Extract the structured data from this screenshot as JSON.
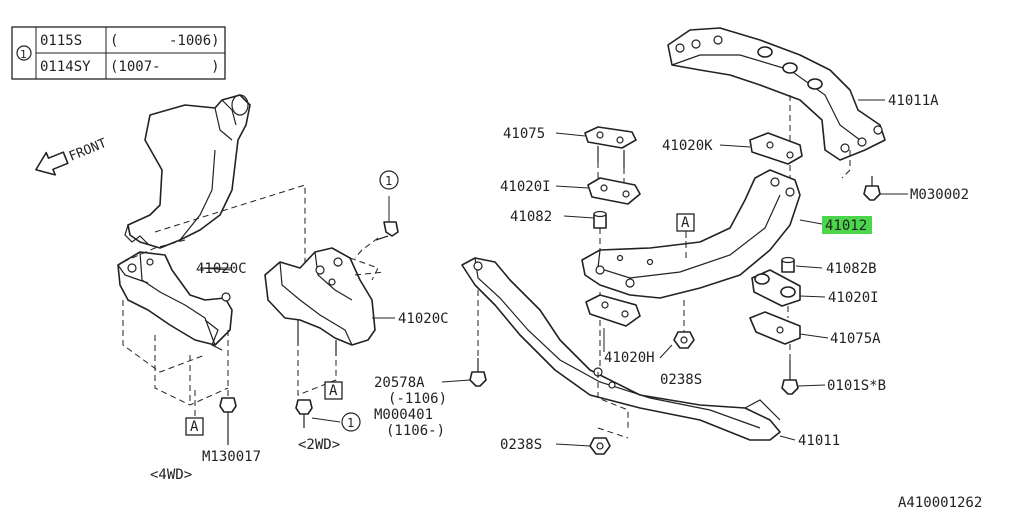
{
  "table": {
    "ref": "1",
    "rows": [
      {
        "part": "0115S",
        "range": "(      -1006)"
      },
      {
        "part": "0114SY",
        "range": "(1007-      )"
      }
    ]
  },
  "front_label": "FRONT",
  "labels": {
    "p41075": "41075",
    "p41020k": "41020K",
    "p41011a": "41011A",
    "p41020i_top": "41020I",
    "p41082": "41082",
    "pm030002": "M030002",
    "p41012": "41012",
    "p41082b": "41082B",
    "p41020i_right": "41020I",
    "p41075a": "41075A",
    "p41020h": "41020H",
    "p0238s_mid": "0238S",
    "p0101s": "0101S*B",
    "p41011": "41011",
    "p0238s_bot": "0238S",
    "p20578a": "20578A",
    "p20578a_range": "(-1106)",
    "pm000401": "M000401",
    "pm000401_range": "(1106-)",
    "p41020c_left": "41020C",
    "p41020c_right": "41020C",
    "pm130017": "M130017",
    "v4wd": "<4WD>",
    "v2wd": "<2WD>",
    "ref_a": "A",
    "ref_1": "1",
    "diagram_id": "A410001262"
  },
  "highlight_color": "#4cd64c"
}
